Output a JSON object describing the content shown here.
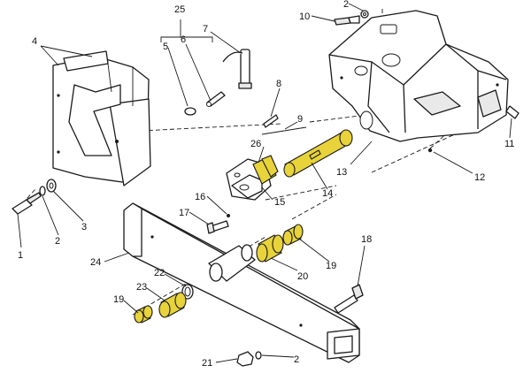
{
  "callouts": {
    "c25": "25",
    "c2a": "2",
    "c10": "10",
    "c7": "7",
    "c5": "5",
    "c6": "6",
    "c4": "4",
    "c8": "8",
    "c9": "9",
    "c26": "26",
    "c11": "11",
    "c12": "12",
    "c13": "13",
    "c14": "14",
    "c15": "15",
    "c16": "16",
    "c17": "17",
    "c1": "1",
    "c2b": "2",
    "c3": "3",
    "c18": "18",
    "c24": "24",
    "c20": "20",
    "c19a": "19",
    "c22": "22",
    "c23": "23",
    "c19b": "19",
    "c21": "21",
    "c2c": "2"
  },
  "colors": {
    "highlight": "#e8d33a",
    "line": "#1a1a1a"
  }
}
